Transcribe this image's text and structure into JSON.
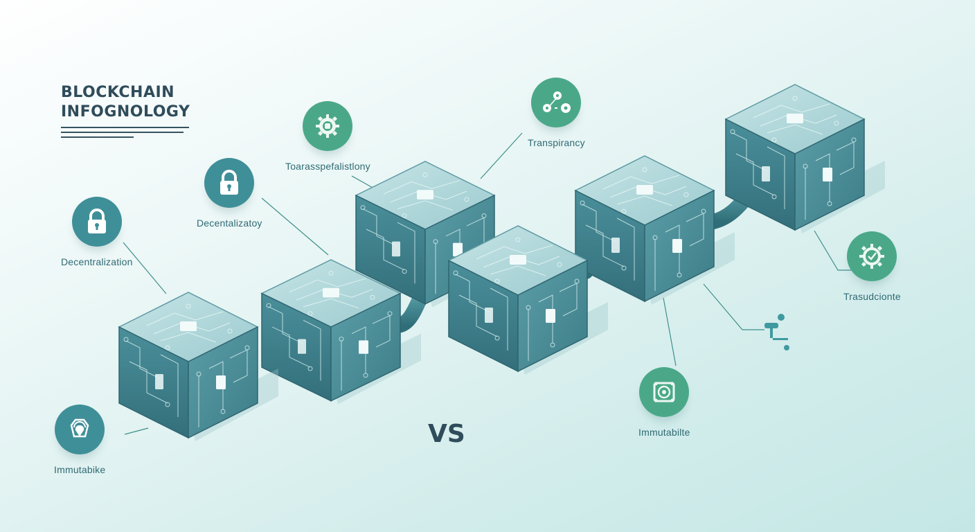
{
  "title": {
    "line1": "BLOCKCHAIN",
    "line2": "INFOGNOLOGY"
  },
  "center_label": "VS",
  "features": [
    {
      "id": "decentralization-left",
      "label": "Decentralization",
      "icon": "padlock-icon",
      "color": "#3f8f98"
    },
    {
      "id": "decentralizatoy",
      "label": "Decentalizatoy",
      "icon": "padlock-icon",
      "color": "#3f8f98"
    },
    {
      "id": "toarasspealistiony",
      "label": "Toarasspefalistlony",
      "icon": "gear-icon",
      "color": "#4aa888"
    },
    {
      "id": "transparency",
      "label": "Transpirancy",
      "icon": "network-nodes-icon",
      "color": "#4aa888"
    },
    {
      "id": "trasudcionte",
      "label": "Trasudcionte",
      "icon": "gear-check-icon",
      "color": "#4aa888"
    },
    {
      "id": "immutabilte",
      "label": "Immutabilte",
      "icon": "vault-icon",
      "color": "#4aa888"
    },
    {
      "id": "immutabike",
      "label": "Immutabike",
      "icon": "shield-drop-icon",
      "color": "#3f8f98"
    }
  ],
  "blocks": [
    {
      "id": "block-1"
    },
    {
      "id": "block-2"
    },
    {
      "id": "block-3"
    },
    {
      "id": "block-4"
    },
    {
      "id": "block-5"
    },
    {
      "id": "block-6"
    }
  ],
  "colors": {
    "cube_front": "#3e7f8b",
    "cube_side": "#4f8f9a",
    "cube_top": "#a9d3d6",
    "accent_teal": "#3f8f98",
    "accent_green": "#4aa888",
    "title_text": "#2f4c5a",
    "label_text": "#2f6a73"
  }
}
